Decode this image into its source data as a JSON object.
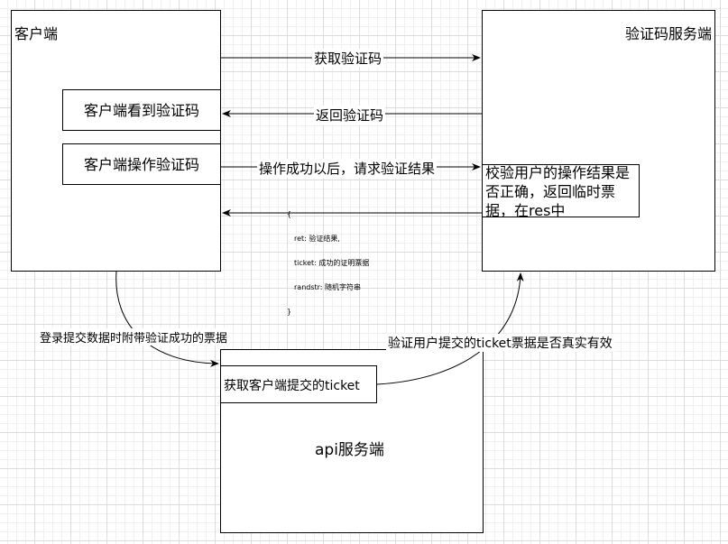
{
  "nodes": {
    "client": "客户端",
    "captcha_server": "验证码服务端",
    "client_view": "客户端看到验证码",
    "client_operate": "客户端操作验证码",
    "verify_text": "校验用户的操作结果是否正确，返回临时票据，在res中",
    "api_get_ticket": "获取客户端提交的ticket",
    "api_server": "api服务端"
  },
  "edges": {
    "get_captcha": "获取验证码",
    "return_captcha": "返回验证码",
    "request_result": "操作成功以后，请求验证结果",
    "submit_with_ticket": "登录提交数据时附带验证成功的票据",
    "verify_ticket": "验证用户提交的ticket票据是否真实有效"
  },
  "response_note": {
    "open": "{",
    "ret": "ret: 验证结果,",
    "ticket": "ticket: 成功的证明票据",
    "randstr": "randstr: 随机字符串",
    "close": "}"
  }
}
